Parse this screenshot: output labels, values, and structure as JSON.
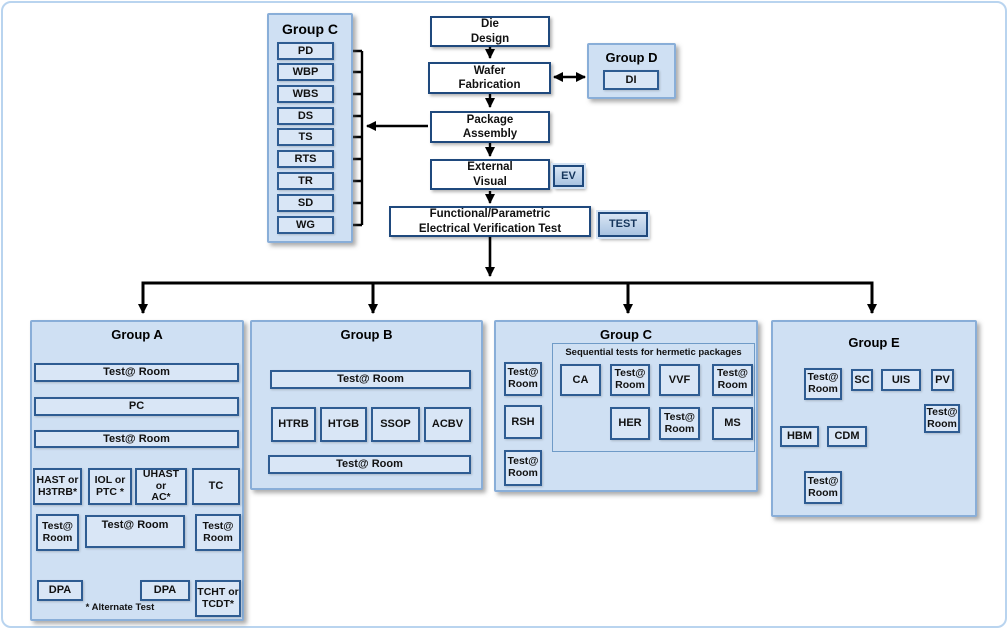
{
  "colors": {
    "panel_fill": "#cfe0f3",
    "panel_border": "#89aed8",
    "node_border_dark": "#1f497d",
    "node_border_blue": "#2e5c92",
    "box_fill": "#d9e6f6",
    "tag_fill": "#b7cde8",
    "arrow": "#000000",
    "frame_border": "#b9d4ef"
  },
  "labels": {
    "test_room": "Test@ Room",
    "test_room_2line": "Test@\nRoom"
  },
  "top": {
    "group_c_panel": {
      "title": "Group C",
      "items": [
        "PD",
        "WBP",
        "WBS",
        "DS",
        "TS",
        "RTS",
        "TR",
        "SD",
        "WG"
      ]
    },
    "flow": {
      "die_design": "Die\nDesign",
      "wafer_fabrication": "Wafer\nFabrication",
      "package_assembly": "Package\nAssembly",
      "external_visual": "External\nVisual",
      "functional_test": "Functional/Parametric\nElectrical Verification Test"
    },
    "group_d_panel": {
      "title": "Group D",
      "item": "DI"
    },
    "tags": {
      "ev": "EV",
      "test": "TEST"
    }
  },
  "group_a": {
    "title": "Group A",
    "pc": "PC",
    "branches": [
      "HAST or\nH3TRB*",
      "IOL or\nPTC *",
      "UHAST or\nAC*",
      "TC"
    ],
    "dpa": "DPA",
    "tcht": "TCHT or\nTCDT*",
    "note": "* Alternate Test"
  },
  "group_b": {
    "title": "Group B",
    "branches": [
      "HTRB",
      "HTGB",
      "SSOP",
      "ACBV"
    ]
  },
  "group_c": {
    "title": "Group C",
    "caption": "Sequential tests for hermetic packages",
    "rsh": "RSH",
    "row1": [
      "CA",
      "VVF"
    ],
    "row2": [
      "HER",
      "MS"
    ]
  },
  "group_e": {
    "title": "Group E",
    "sc": "SC",
    "uis": "UIS",
    "pv": "PV",
    "hbm": "HBM",
    "cdm": "CDM"
  }
}
